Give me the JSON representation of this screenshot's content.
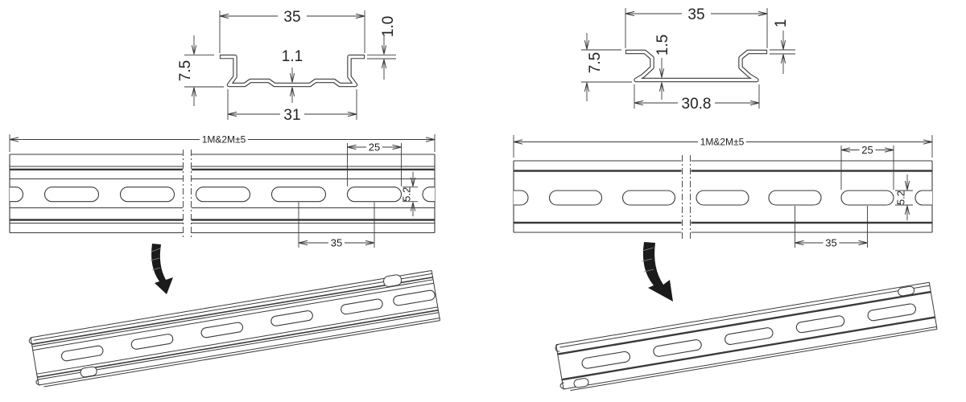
{
  "colors": {
    "background": "#ffffff",
    "line": "#3a3a3a",
    "text": "#222222",
    "arrow_fill": "#1b1b1b"
  },
  "left": {
    "section": {
      "top_width": "35",
      "lip_thickness": "1.0",
      "height": "7.5",
      "base_thickness": "1.1",
      "bottom_width": "31"
    },
    "plan": {
      "length_label": "1M&2M±5",
      "slot_length": "25",
      "slot_width": "5.2",
      "slot_pitch": "35"
    }
  },
  "right": {
    "section": {
      "top_width": "35",
      "lip_thickness": "1",
      "height": "7.5",
      "base_thickness": "1.5",
      "bottom_width": "30.8"
    },
    "plan": {
      "length_label": "1M&2M±5",
      "slot_length": "25",
      "slot_width": "5.2",
      "slot_pitch": "35"
    }
  }
}
